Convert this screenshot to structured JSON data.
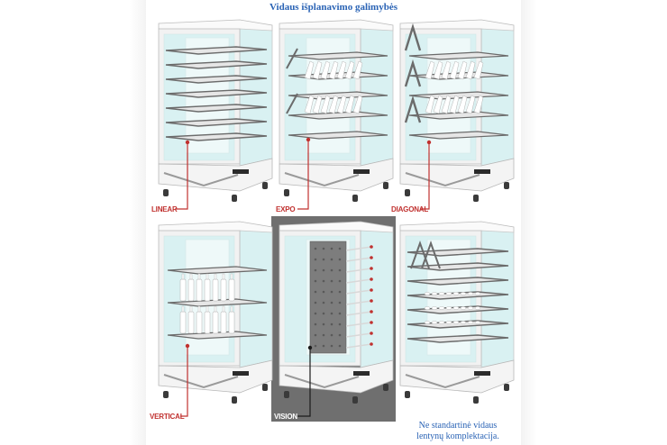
{
  "title": "Vidaus išplanavimo galimybės",
  "labels": {
    "linear": "LINEAR",
    "expo": "EXPO",
    "diagonal": "DIAGONAL",
    "vertical": "VERTICAL",
    "vision": "VISION"
  },
  "caption": {
    "line1": "Ne standartinė vidaus",
    "line2": "lentynų komplektacija."
  },
  "colors": {
    "title": "#2a63b5",
    "label": "#c0312f",
    "glass": "#d9f1f2",
    "frame": "#f2f2f2",
    "shelf": "#6b6b6b",
    "vision_bg": "#6f6f6f"
  }
}
